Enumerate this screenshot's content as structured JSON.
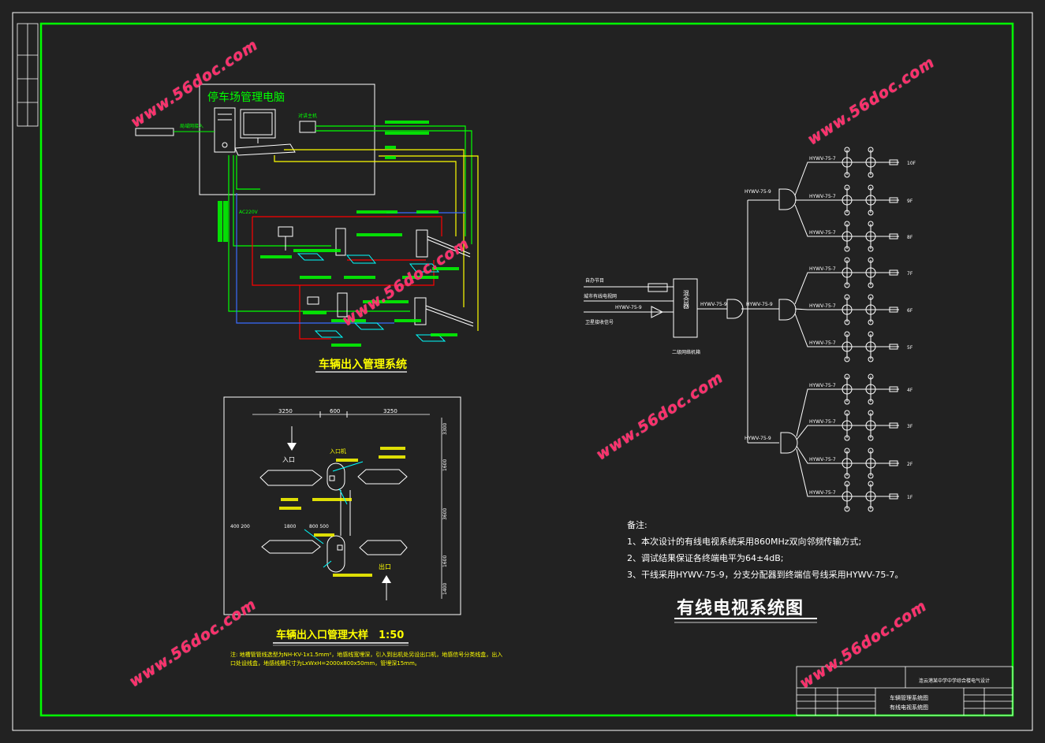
{
  "watermark": "www.56doc.com",
  "parking": {
    "control_room_title": "停车场管理电脑",
    "section_title": "车辆出入管理系统",
    "ac_label": "AC220V"
  },
  "detail": {
    "title": "车辆出入口管理大样",
    "scale": "1:50",
    "dims_top": [
      "3250",
      "600",
      "3250"
    ],
    "entrance": "入口",
    "exit": "出口",
    "entry_machine": "入口机",
    "dims_right": [
      "3300",
      "1600",
      "3600",
      "1600",
      "1400"
    ],
    "dims_left": [
      "400 200",
      "1800",
      "800 500"
    ],
    "note": "注: 地槽管管线选型为NH-KV-1x1.5mm²，地感线宽埋深，引入到出机处另设出口机，地感信号分类线盒，出入口处设线盒，地感线槽尺寸为LxWxH=2000x800x50mm，管埋深15mm。"
  },
  "catv": {
    "sources": [
      "自办节目",
      "城市有线电视网",
      "卫星接收信号"
    ],
    "mixer": "混合器",
    "mixer_note": "二级网络机箱",
    "trunk_cable": "HYWV-75-9",
    "branch_cable": "HYWV-75-7",
    "floors": [
      "10F",
      "9F",
      "8F",
      "7F",
      "6F",
      "5F",
      "4F",
      "3F",
      "2F",
      "1F"
    ],
    "notes": [
      "备注:",
      "1、本次设计的有线电视系统采用860MHz双向邻频传输方式;",
      "2、调试结果保证各终端电平为64±4dB;",
      "3、干线采用HYWV-75-9，分支分配器到终端信号线采用HYWV-75-7。"
    ],
    "title": "有线电视系统图"
  },
  "title_block": {
    "project": "连云港某中学中学综合楼电气设计",
    "drawing_names": [
      "车辆管理系统图",
      "有线电视系统图"
    ]
  },
  "colors": {
    "background": "#222222",
    "frame": "#00ff00",
    "line": "#ffffff",
    "text_green": "#00ff00",
    "text_yellow": "#ffff00",
    "wire_red": "#ff0000",
    "wire_blue": "#3a6bff",
    "watermark": "#ff2f6b"
  }
}
